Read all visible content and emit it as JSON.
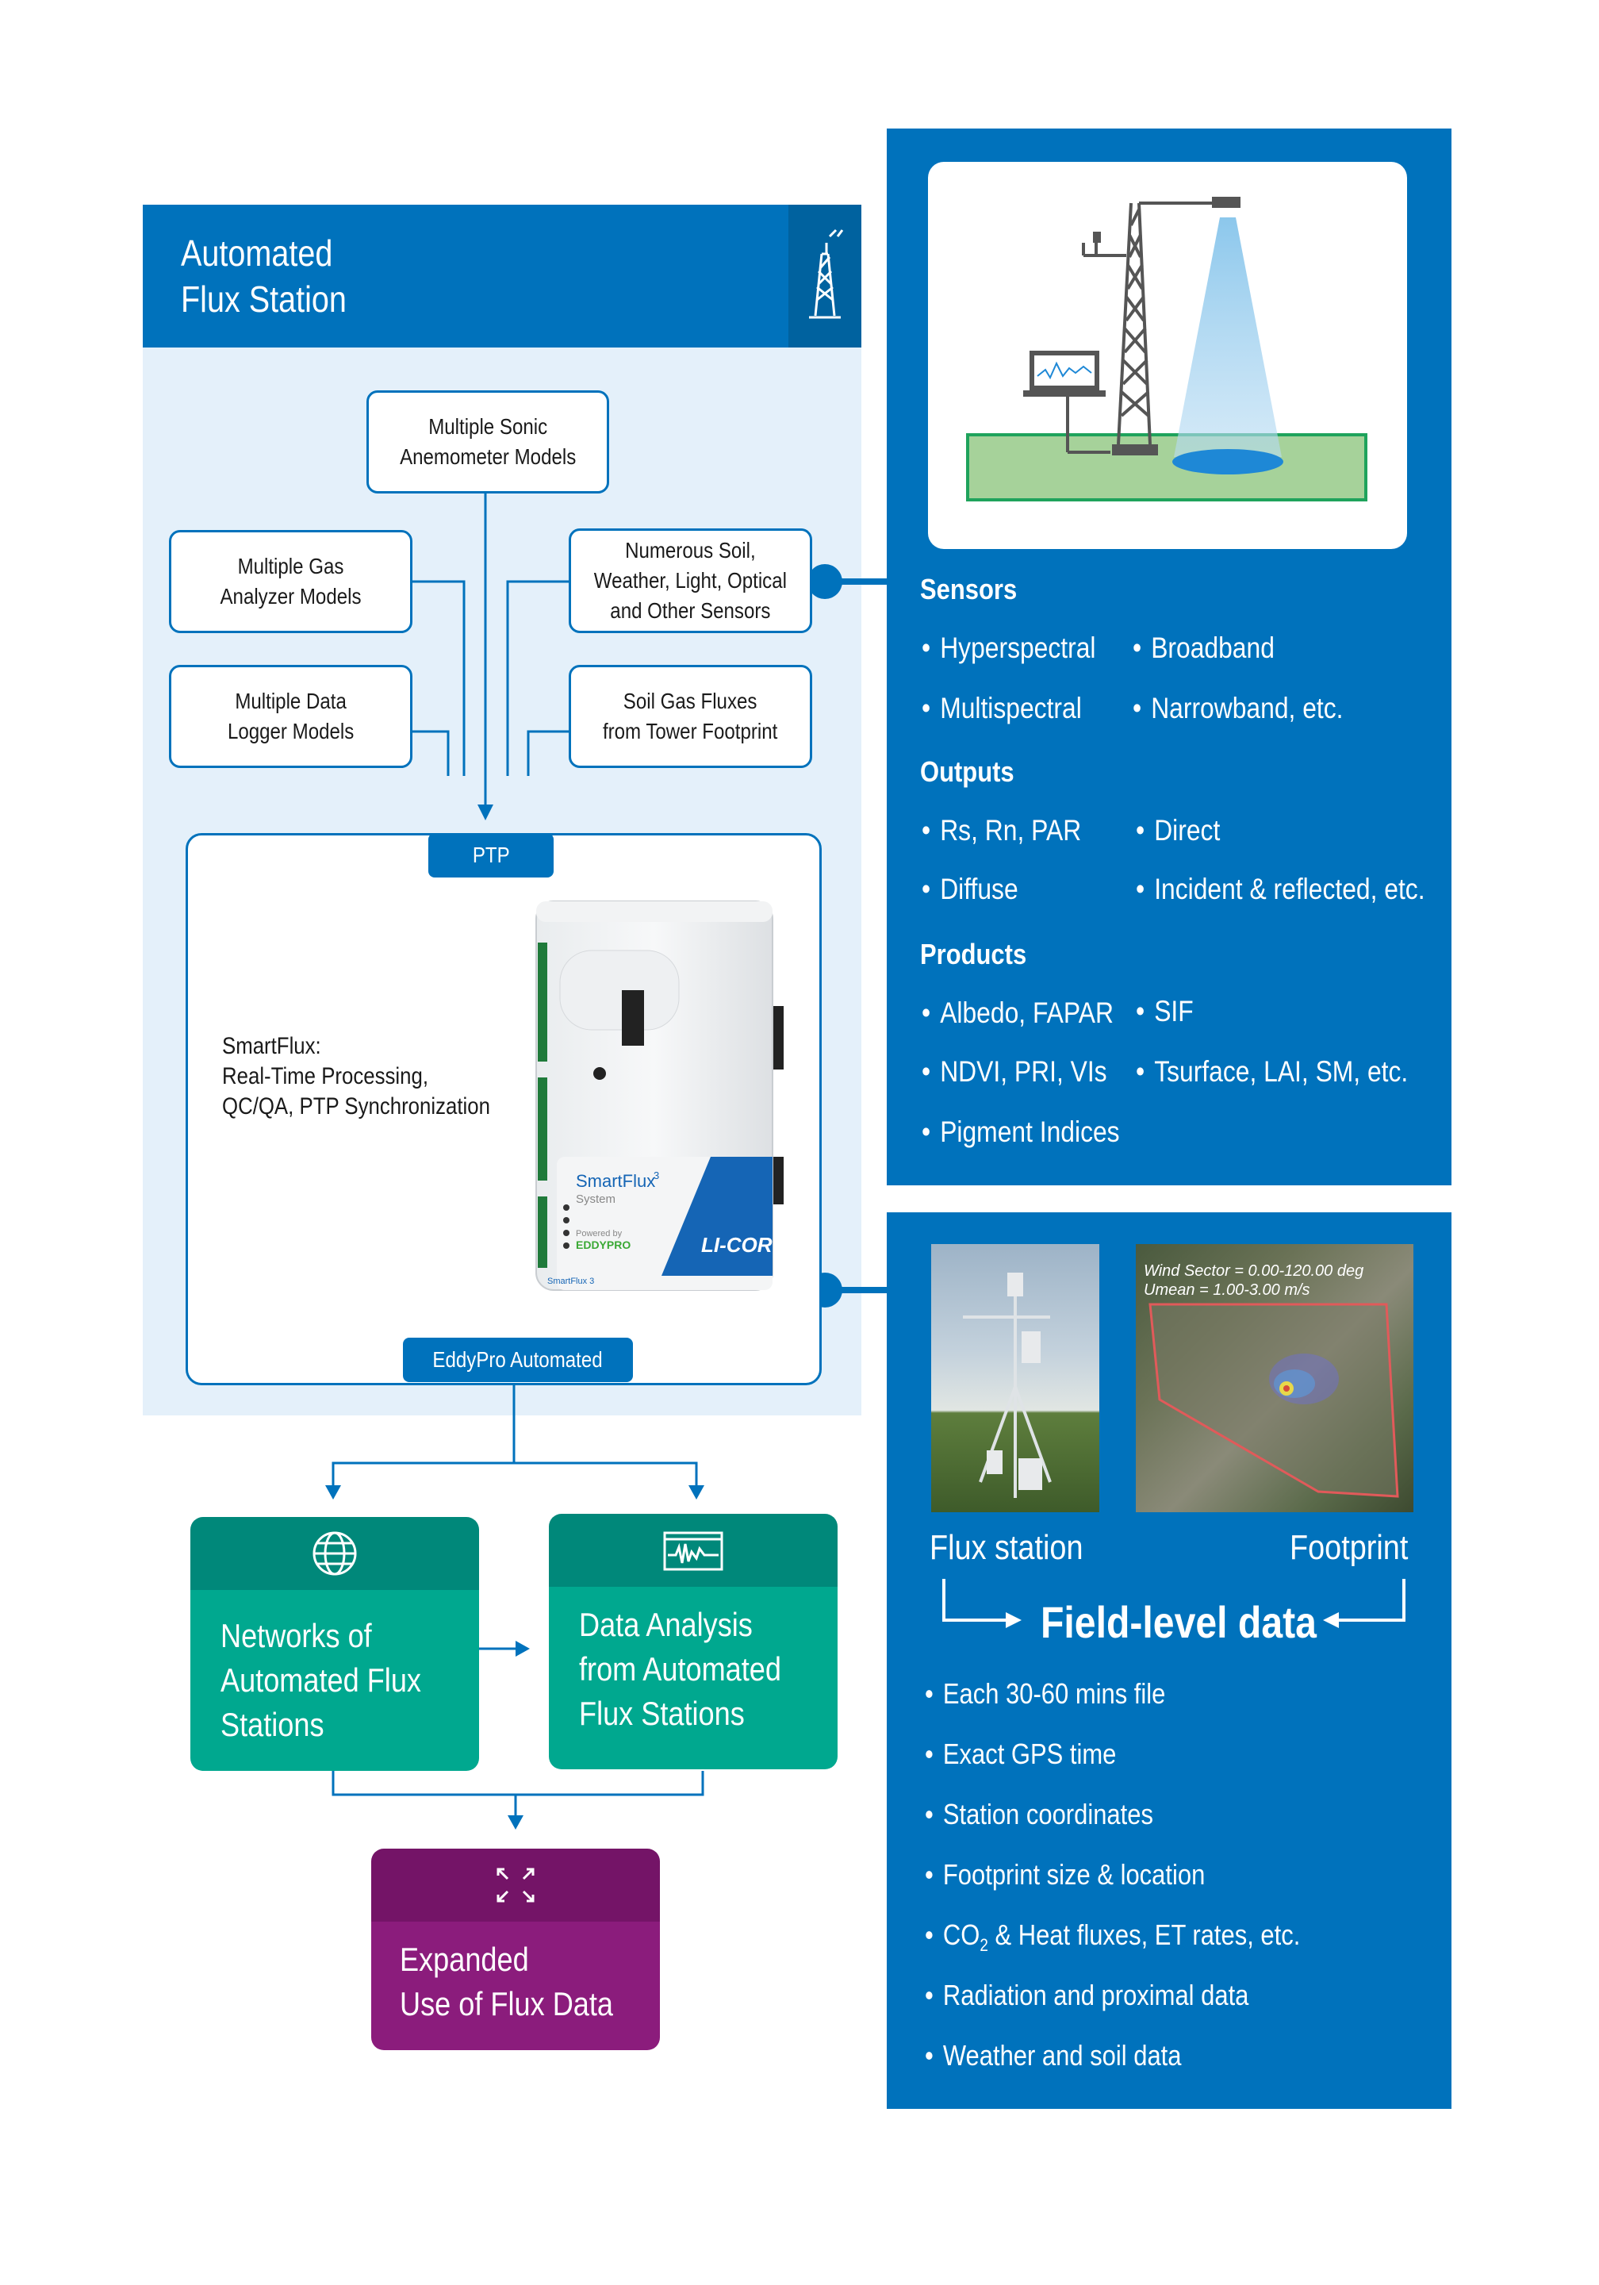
{
  "left_panel": {
    "title_line1": "Automated",
    "title_line2": "Flux Station",
    "header_icon": "tower-icon",
    "inputs": {
      "sonic": [
        "Multiple Sonic",
        "Anemometer Models"
      ],
      "gas": [
        "Multiple Gas",
        "Analyzer Models"
      ],
      "logger": [
        "Multiple Data",
        "Logger Models"
      ],
      "soil_sensors": [
        "Numerous Soil,",
        "Weather, Light, Optical",
        "and Other Sensors"
      ],
      "soil_gas": [
        "Soil Gas Fluxes",
        "from Tower Footprint"
      ]
    },
    "ptp_label": "PTP",
    "smartflux": [
      "SmartFlux:",
      "Real-Time Processing,",
      "QC/QA, PTP Synchronization"
    ],
    "device": {
      "brand_line1": "SmartFlux",
      "brand_sup": "3",
      "brand_line2": "System",
      "powered_by": "Powered by",
      "eddypro": "EDDYPRO",
      "licor": "LI-COR",
      "side_label": "SmartFlux 3"
    },
    "eddypro_label": "EddyPro Automated"
  },
  "outputs": {
    "networks": [
      "Networks of",
      "Automated Flux",
      "Stations"
    ],
    "networks_icon": "globe-icon",
    "analysis": [
      "Data Analysis",
      "from Automated",
      "Flux Stations"
    ],
    "analysis_icon": "waveform-icon",
    "expanded": [
      "Expanded",
      "Use of Flux Data"
    ],
    "expanded_icon": "expand-icon"
  },
  "right_top": {
    "illustration_icon": "tower-sensor-illustration",
    "sensors_heading": "Sensors",
    "sensors": [
      "Hyperspectral",
      "Broadband",
      "Multispectral",
      "Narrowband, etc."
    ],
    "outputs_heading": "Outputs",
    "outputs": [
      "Rs, Rn, PAR",
      "Direct",
      "Diffuse",
      "Incident & reflected, etc."
    ],
    "products_heading": "Products",
    "products": [
      "Albedo, FAPAR",
      "SIF",
      "NDVI, PRI, VIs",
      "Tsurface, LAI, SM, etc.",
      "Pigment Indices"
    ]
  },
  "right_bottom": {
    "overlay_line1": "Wind Sector = 0.00-120.00 deg",
    "overlay_line2": "Umean = 1.00-3.00 m/s",
    "flux_station_caption": "Flux station",
    "footprint_caption": "Footprint",
    "field_level": "Field-level data",
    "items": [
      "Each 30-60 mins file",
      "Exact GPS time",
      "Station coordinates",
      "Footprint size & location",
      "Heat fluxes, ET rates, etc.",
      "Radiation and proximal data",
      "Weather and soil data"
    ],
    "co2_prefix": "CO",
    "co2_sub": "2",
    "co2_joiner": " & "
  },
  "colors": {
    "blue": "#0072bc",
    "dark_blue": "#00629f",
    "light_blue": "#e4f0fa",
    "teal": "#00a88f",
    "teal_dark": "#00887a",
    "purple": "#8b1c7c",
    "purple_dark": "#741467"
  }
}
